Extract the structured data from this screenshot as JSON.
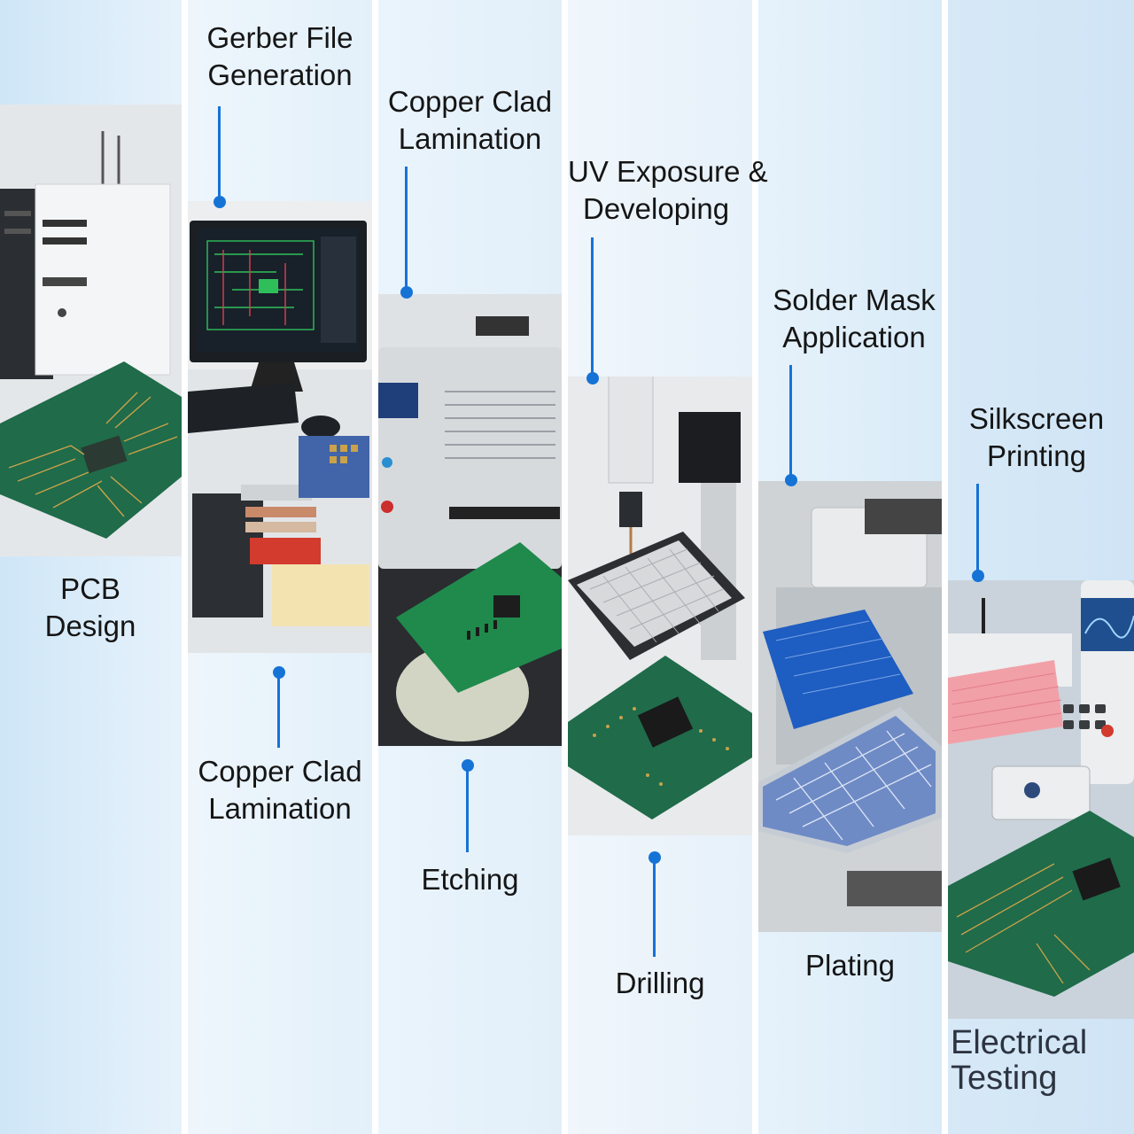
{
  "steps": [
    {
      "id": "pcb-design",
      "label": [
        "PCB",
        "Design"
      ]
    },
    {
      "id": "gerber",
      "label": [
        "Gerber File",
        "Generation"
      ]
    },
    {
      "id": "copper-clad-lower",
      "label": [
        "Copper Clad",
        "Lamination"
      ]
    },
    {
      "id": "copper-clad-upper",
      "label": [
        "Copper Clad",
        "Lamination"
      ]
    },
    {
      "id": "etching",
      "label": [
        "Etching"
      ]
    },
    {
      "id": "uv-exposure",
      "label": [
        "UV Exposure &",
        "Developing"
      ]
    },
    {
      "id": "drilling",
      "label": [
        "Drilling"
      ]
    },
    {
      "id": "solder-mask",
      "label": [
        "Solder Mask",
        "Application"
      ]
    },
    {
      "id": "plating",
      "label": [
        "Plating"
      ]
    },
    {
      "id": "silkscreen",
      "label": [
        "Silkscreen",
        "Printing"
      ]
    },
    {
      "id": "electrical-testing",
      "label": [
        "Electrical",
        "Testing"
      ]
    }
  ],
  "colors": {
    "accent": "#1673d6",
    "pcb_green": "#1f6b4a",
    "copper": "#c9a24a"
  }
}
